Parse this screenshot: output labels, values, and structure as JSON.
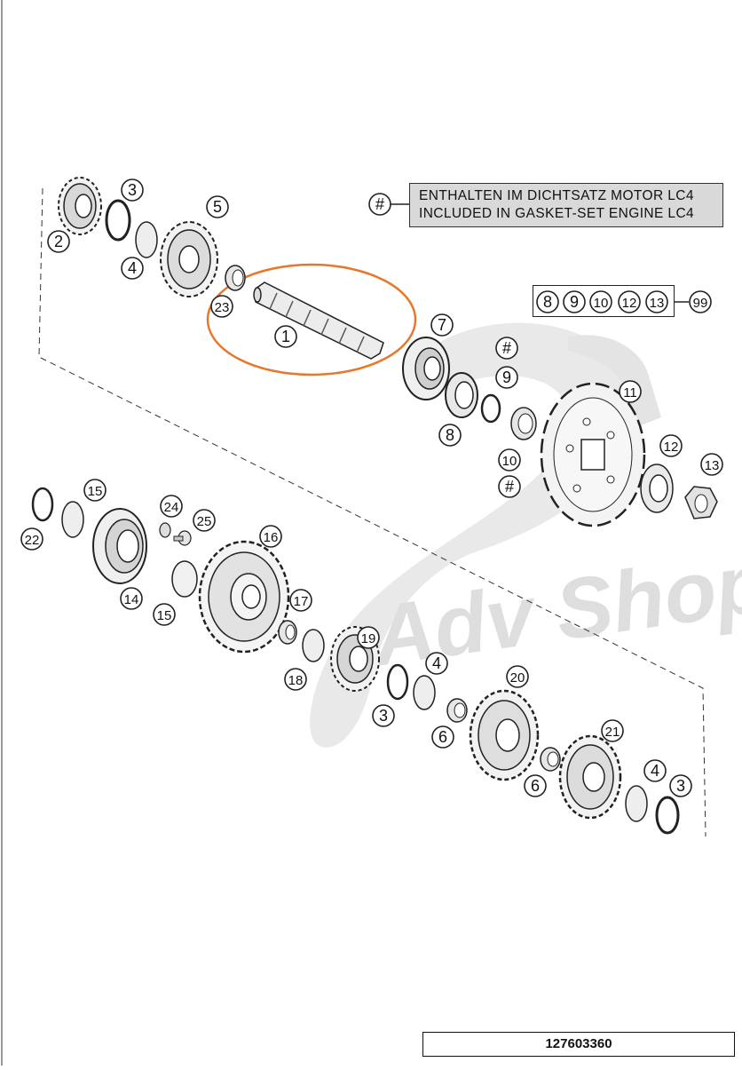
{
  "callouts": [
    {
      "label": "1"
    },
    {
      "label": "2"
    },
    {
      "label": "3"
    },
    {
      "label": "4"
    },
    {
      "label": "5"
    },
    {
      "label": "23"
    },
    {
      "label": "7"
    },
    {
      "label": "#"
    },
    {
      "label": "9"
    },
    {
      "label": "8"
    },
    {
      "label": "10"
    },
    {
      "label": "#"
    },
    {
      "label": "11"
    },
    {
      "label": "12"
    },
    {
      "label": "13"
    },
    {
      "label": "15"
    },
    {
      "label": "22"
    },
    {
      "label": "14"
    },
    {
      "label": "24"
    },
    {
      "label": "25"
    },
    {
      "label": "15"
    },
    {
      "label": "16"
    },
    {
      "label": "17"
    },
    {
      "label": "18"
    },
    {
      "label": "19"
    },
    {
      "label": "4"
    },
    {
      "label": "3"
    },
    {
      "label": "6"
    },
    {
      "label": "20"
    },
    {
      "label": "21"
    },
    {
      "label": "6"
    },
    {
      "label": "4"
    },
    {
      "label": "3"
    }
  ],
  "legend": {
    "symbol": "#",
    "line_de": "ENTHALTEN IM DICHTSATZ MOTOR LC4",
    "line_en": "INCLUDED IN GASKET-SET ENGINE LC4"
  },
  "kit": {
    "members": [
      "8",
      "9",
      "10",
      "12",
      "13"
    ],
    "kit_number": "99"
  },
  "watermark": {
    "text": "Adv Shop"
  },
  "part_number": "127603360",
  "colors": {
    "highlight": "#e8772e",
    "line": "#222222",
    "legend_bg": "#d9d9d9",
    "watermark": "#dcdcdc"
  }
}
